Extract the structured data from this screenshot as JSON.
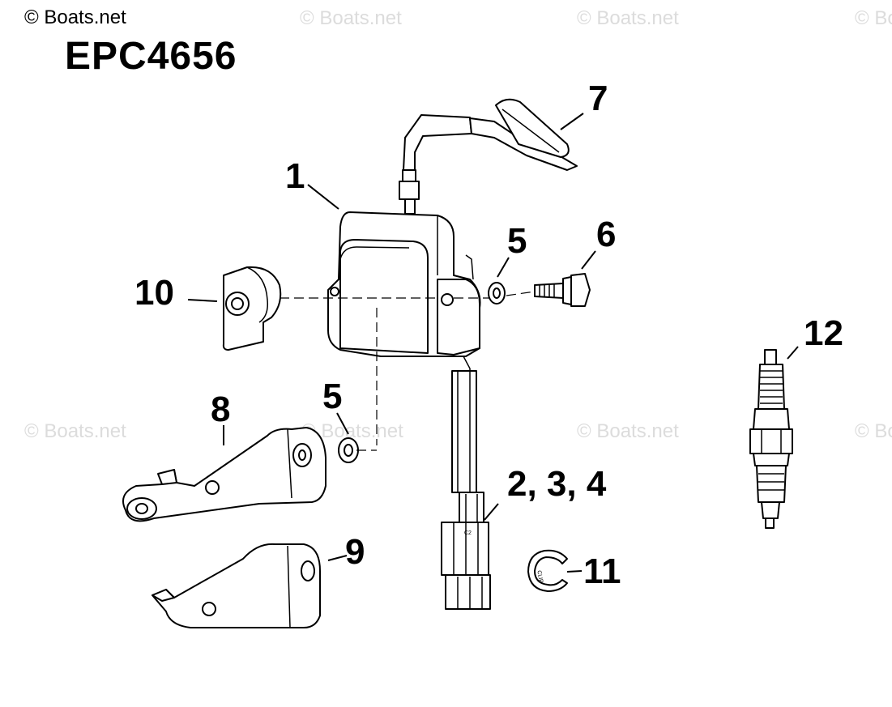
{
  "header": {
    "copyright": "© Boats.net",
    "diagram_code": "EPC4656"
  },
  "watermark": {
    "text": "© Boats.net"
  },
  "callouts": {
    "c1": "1",
    "c2": "2, 3, 4",
    "c5a": "5",
    "c5b": "5",
    "c6": "6",
    "c7": "7",
    "c8": "8",
    "c9": "9",
    "c10": "10",
    "c11": "11",
    "c12": "12"
  },
  "colors": {
    "line": "#000000",
    "background": "#ffffff",
    "watermark": "#dcdcdc"
  }
}
